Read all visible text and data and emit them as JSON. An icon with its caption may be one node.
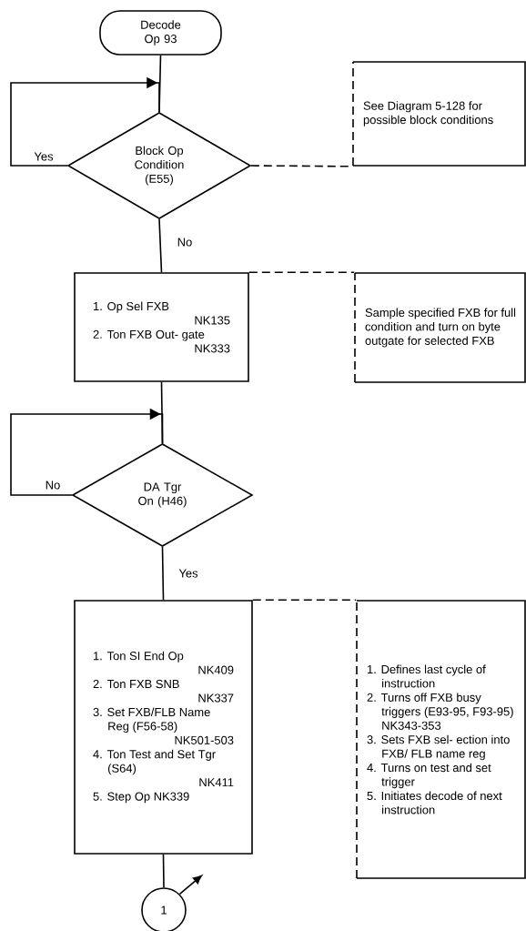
{
  "diagram": {
    "nodes": [
      {
        "text": [
          "Decode Op 93"
        ]
      },
      {
        "text": [
          "Block Op Condition (E55)"
        ]
      },
      {
        "text": [
          "See Diagram 5-128 for possible block conditions"
        ]
      },
      {
        "text": [
          "1. Op Sel FXB",
          "NK135",
          "2. Ton FXB Out- gate",
          "NK333"
        ]
      },
      {
        "text": [
          "Sample specified FXB for full condition and turn on byte outgate for selected FXB"
        ]
      },
      {
        "text": [
          "DA Tgr On (H46)"
        ]
      },
      {
        "text": [
          "1. Ton SI End Op",
          "NK409",
          "2. Ton FXB SNB",
          "NK337",
          "3. Set FXB/FLB Name Reg (F56-58)",
          "NK501-503",
          "4. Ton Test and Set Tgr (S64)",
          "NK411",
          "5. Step Op NK339"
        ]
      },
      {
        "text": [
          "1. Defines last cycle of instruction",
          "2. Turns off FXB busy triggers (E93-95, F93-95) NK343-353",
          "3. Sets FXB sel- ection into FXB/ FLB name reg",
          "4. Turns on test and set trigger",
          "5. Initiates decode of next instruction"
        ]
      },
      {
        "text": [
          "1"
        ]
      }
    ],
    "edges": [
      {
        "from": 0,
        "to": 1,
        "arrow": "none"
      },
      {
        "from": 1,
        "to": 1,
        "arrow": "to",
        "label": "Yes"
      },
      {
        "from": 1,
        "to": 2,
        "arrow": "none",
        "style": "dashed"
      },
      {
        "from": 1,
        "to": 3,
        "arrow": "none",
        "label": "No"
      },
      {
        "from": 3,
        "to": 4,
        "arrow": "none",
        "style": "dashed"
      },
      {
        "from": 3,
        "to": 5,
        "arrow": "none"
      },
      {
        "from": 5,
        "to": 5,
        "arrow": "to",
        "label": "No"
      },
      {
        "from": 5,
        "to": 6,
        "arrow": "none",
        "label": "Yes"
      },
      {
        "from": 6,
        "to": 7,
        "arrow": "none",
        "style": "dashed"
      },
      {
        "from": 6,
        "to": 8,
        "arrow": "none"
      },
      {
        "from": 8,
        "to": null,
        "arrow": "to"
      }
    ]
  }
}
